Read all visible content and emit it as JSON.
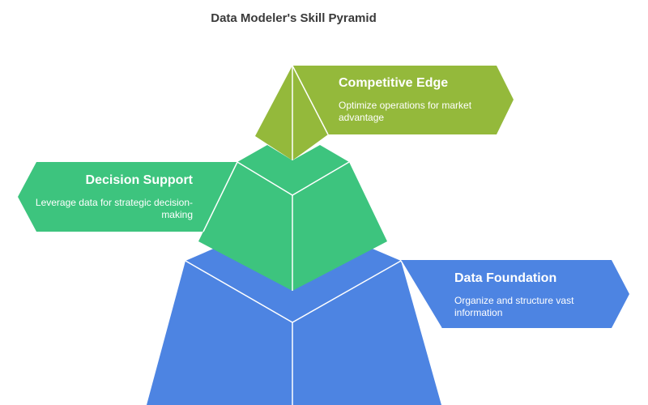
{
  "title": "Data Modeler's Skill Pyramid",
  "colors": {
    "top": "#94b93b",
    "middle": "#3dc47e",
    "bottom": "#4d84e2"
  },
  "levels": [
    {
      "heading": "Competitive Edge",
      "description": "Optimize operations for market advantage"
    },
    {
      "heading": "Decision Support",
      "description": "Leverage data for strategic decision-making"
    },
    {
      "heading": "Data Foundation",
      "description": "Organize and structure vast information"
    }
  ]
}
